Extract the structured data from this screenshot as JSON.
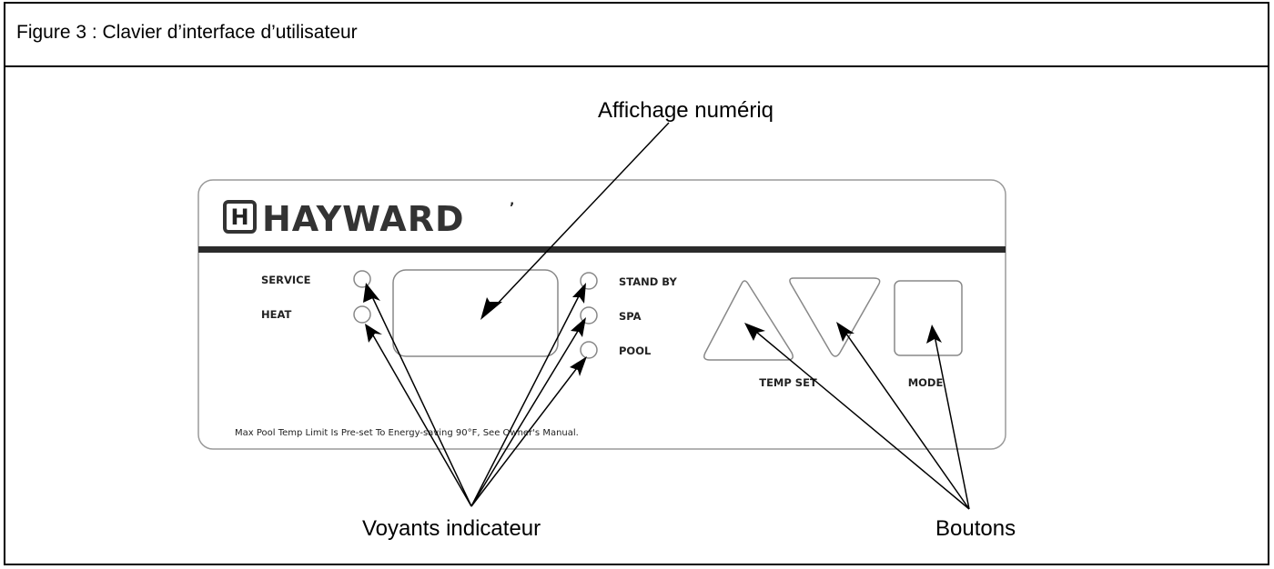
{
  "figure": {
    "title": "Figure 3 : Clavier d’interface d’utilisateur"
  },
  "callouts": {
    "display": "Affichage numériq",
    "indicators": "Voyants indicateur",
    "buttons": "Boutons"
  },
  "panel": {
    "brand": "HAYWARD",
    "brand_mark": "H",
    "left_leds": [
      "SERVICE",
      "HEAT"
    ],
    "right_leds": [
      "STAND BY",
      "SPA",
      "POOL"
    ],
    "temp_set_label": "TEMP SET",
    "mode_label": "MODE",
    "note": "Max Pool Temp Limit Is Pre-set To Energy-saving 90°F, See Owner's Manual."
  }
}
